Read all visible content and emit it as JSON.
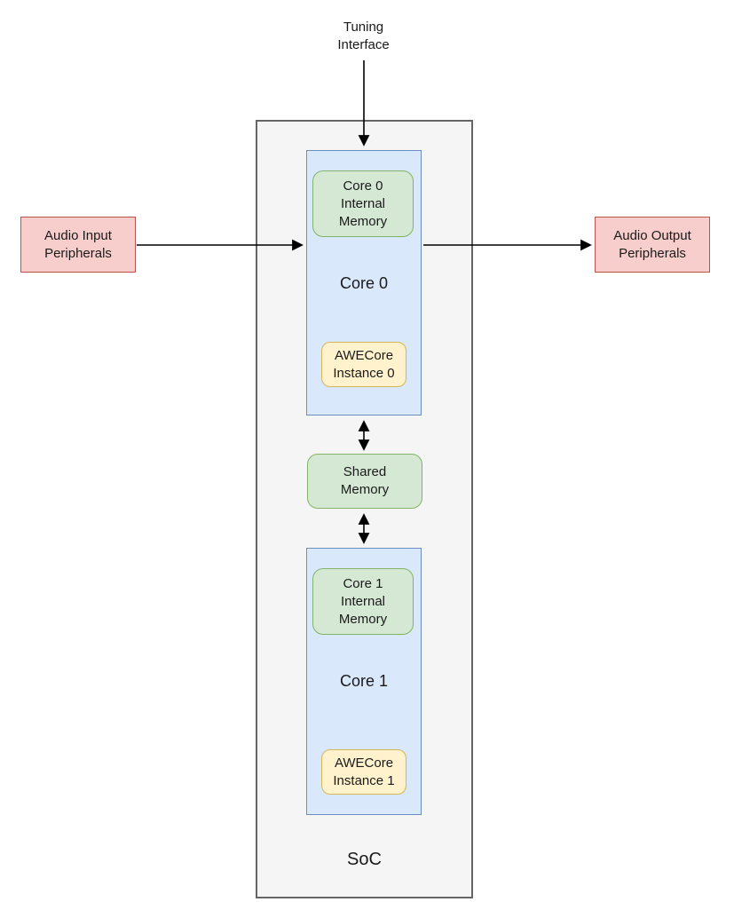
{
  "colors": {
    "pink-fill": "#f8cecc",
    "pink-stroke": "#b85450",
    "blue-fill": "#dae8fc",
    "blue-stroke": "#6c8ebf",
    "green-fill": "#d5e8d4",
    "green-stroke": "#82b366",
    "yellow-fill": "#fff2cc",
    "yellow-stroke": "#d6b656",
    "gray-fill": "#f5f5f5",
    "gray-stroke": "#666666",
    "arrow": "#000000"
  },
  "diagram": {
    "tuning_interface_label": "Tuning\nInterface",
    "audio_input_label": "Audio Input\nPeripherals",
    "audio_output_label": "Audio Output\nPeripherals",
    "soc_label": "SoC",
    "core0": {
      "internal_memory_label": "Core 0\nInternal\nMemory",
      "label": "Core 0",
      "awecore_label": "AWECore\nInstance 0"
    },
    "shared_memory_label": "Shared\nMemory",
    "core1": {
      "internal_memory_label": "Core 1\nInternal\nMemory",
      "label": "Core 1",
      "awecore_label": "AWECore\nInstance 1"
    }
  }
}
